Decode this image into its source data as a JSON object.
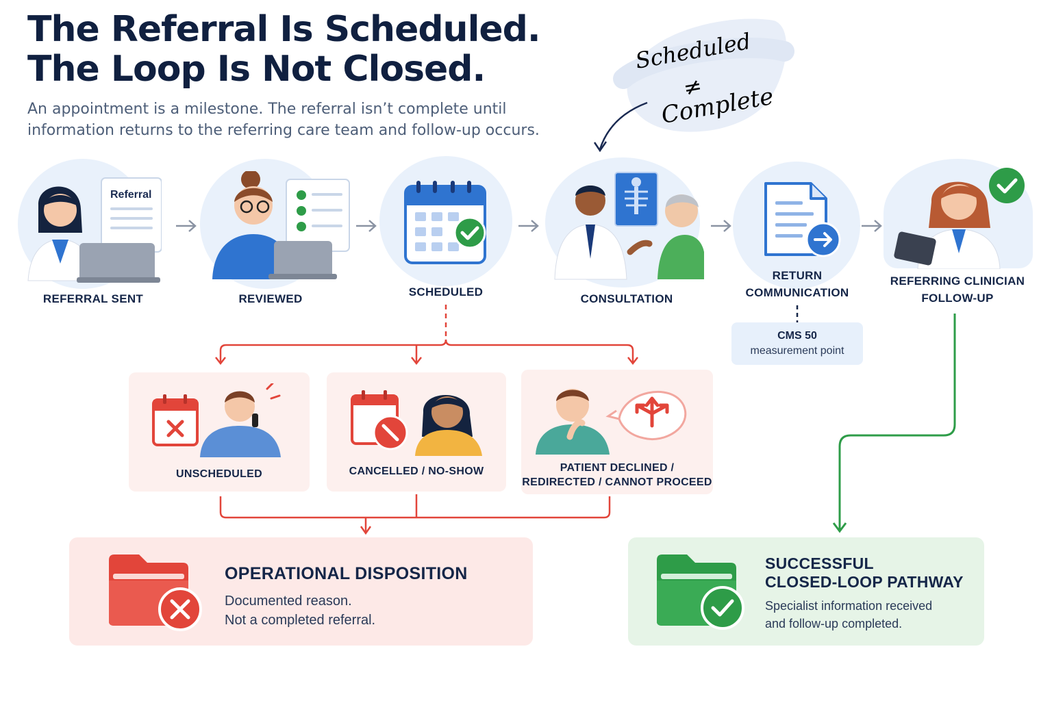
{
  "header": {
    "title_line1": "The Referral Is Scheduled.",
    "title_line2": "The Loop Is Not Closed.",
    "subtitle_line1": "An appointment is a milestone. The referral isn’t complete until",
    "subtitle_line2": "information returns to the referring care team and follow-up occurs."
  },
  "note": {
    "line1": "Scheduled",
    "symbol": "≠",
    "line2": "Complete"
  },
  "steps": [
    {
      "label": "REFERRAL SENT",
      "doc_label": "Referral"
    },
    {
      "label": "REVIEWED"
    },
    {
      "label": "SCHEDULED"
    },
    {
      "label": "CONSULTATION"
    },
    {
      "label_line1": "RETURN",
      "label_line2": "COMMUNICATION"
    },
    {
      "label_line1": "REFERRING CLINICIAN",
      "label_line2": "FOLLOW-UP"
    }
  ],
  "cms_note": {
    "title": "CMS 50",
    "subtitle": "measurement point"
  },
  "failures": [
    {
      "label": "UNSCHEDULED"
    },
    {
      "label": "CANCELLED / NO-SHOW"
    },
    {
      "label_line1": "PATIENT DECLINED /",
      "label_line2": "REDIRECTED / CANNOT PROCEED"
    }
  ],
  "outcomes": {
    "negative": {
      "title": "OPERATIONAL DISPOSITION",
      "line1": "Documented reason.",
      "line2": "Not a completed referral."
    },
    "positive": {
      "title_line1": "SUCCESSFUL",
      "title_line2": "CLOSED-LOOP PATHWAY",
      "line1": "Specialist information received",
      "line2": "and follow-up completed."
    }
  },
  "colors": {
    "navy": "#102040",
    "red": "#e2453a",
    "green": "#2e9c48",
    "blue": "#2f74d0",
    "light_blue": "#e9f1fb"
  },
  "icons": [
    "doctor-laptop-icon",
    "reviewer-checklist-icon",
    "calendar-check-icon",
    "consultation-icon",
    "document-arrow-icon",
    "clinician-tablet-icon",
    "calendar-x-icon",
    "calendar-cancel-icon",
    "split-arrows-icon",
    "folder-x-icon",
    "folder-check-icon"
  ]
}
